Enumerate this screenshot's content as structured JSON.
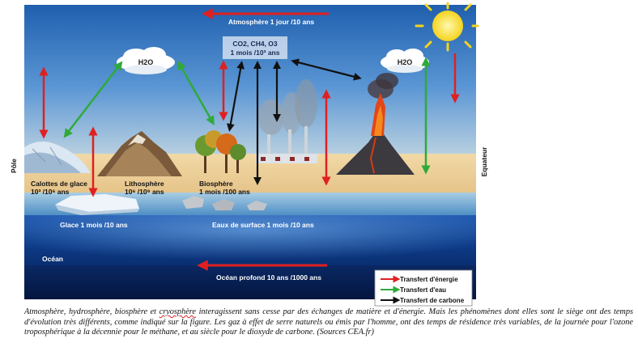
{
  "diagram": {
    "atmosphere_label": "Atmosphère 1 jour /10 ans",
    "gases_line1": "CO2, CH4, O3",
    "gases_line2": "1 mois /10³ ans",
    "h2o_left": "H2O",
    "h2o_right": "H2O",
    "ice_caps_name": "Calottes de glace",
    "ice_caps_time": "10³ /10⁶ ans",
    "lithosphere_name": "Lithosphère",
    "lithosphere_time": "10⁶ /10⁹ ans",
    "biosphere_name": "Biosphère",
    "biosphere_time": "1 mois /100 ans",
    "ice_label": "Glace 1 mois /10 ans",
    "surface_water_label": "Eaux de surface 1 mois /10 ans",
    "ocean_label": "Océan",
    "deep_ocean_label": "Océan profond 10 ans /1000 ans",
    "pole_label": "Pôle",
    "equator_label": "Equateur"
  },
  "legend": {
    "energy": "Transfert d'énergie",
    "water": "Transfert d'eau",
    "carbon": "Transfert de carbone"
  },
  "colors": {
    "energy": "#e02020",
    "water": "#2faa3a",
    "carbon": "#111111"
  },
  "caption": {
    "part1": "Atmosphère, hydrosphère, biosphère et ",
    "misspelled": "cryosphère",
    "part2": " interagissent sans cesse par des échanges de matière et d'énergie. Mais les phénomènes dont elles sont le siège ont des temps d'évolution très différents, comme indiqué sur la figure. Les gaz à effet de serre naturels ou émis par l'homme, ont des temps de résidence très variables, de la journée pour l'ozone troposphérique à la décennie pour le méthane, et au siècle pour le dioxyde de carbone. (Sources CEA.fr)"
  }
}
